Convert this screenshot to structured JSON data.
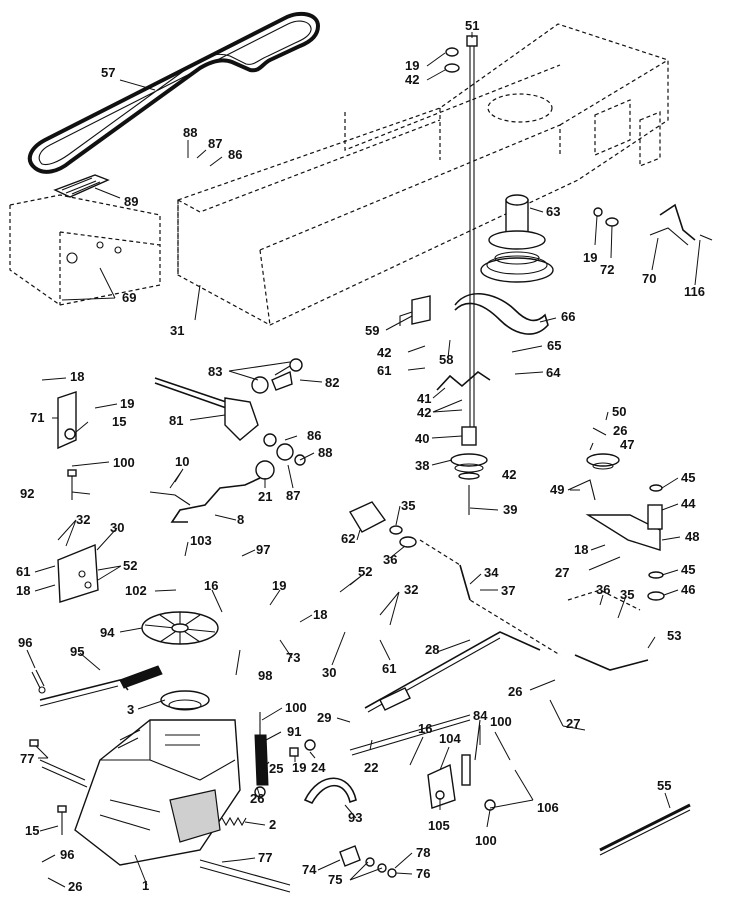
{
  "callouts": [
    {
      "key": "c57a",
      "label": "57"
    },
    {
      "key": "c51",
      "label": "51"
    },
    {
      "key": "c19a",
      "label": "19"
    },
    {
      "key": "c42a",
      "label": "42"
    },
    {
      "key": "c88a",
      "label": "88"
    },
    {
      "key": "c87a",
      "label": "87"
    },
    {
      "key": "c86a",
      "label": "86"
    },
    {
      "key": "c89",
      "label": "89"
    },
    {
      "key": "c63",
      "label": "63"
    },
    {
      "key": "c19b",
      "label": "19"
    },
    {
      "key": "c72",
      "label": "72"
    },
    {
      "key": "c70",
      "label": "70"
    },
    {
      "key": "c116",
      "label": "116"
    },
    {
      "key": "c69",
      "label": "69"
    },
    {
      "key": "c31",
      "label": "31"
    },
    {
      "key": "c59",
      "label": "59"
    },
    {
      "key": "c66",
      "label": "66"
    },
    {
      "key": "c42b",
      "label": "42"
    },
    {
      "key": "c58",
      "label": "58"
    },
    {
      "key": "c65",
      "label": "65"
    },
    {
      "key": "c61a",
      "label": "61"
    },
    {
      "key": "c64",
      "label": "64"
    },
    {
      "key": "c18a",
      "label": "18"
    },
    {
      "key": "c83",
      "label": "83"
    },
    {
      "key": "c82",
      "label": "82"
    },
    {
      "key": "c19c",
      "label": "19"
    },
    {
      "key": "c71",
      "label": "71"
    },
    {
      "key": "c81",
      "label": "81"
    },
    {
      "key": "c15a",
      "label": "15"
    },
    {
      "key": "c41",
      "label": "41"
    },
    {
      "key": "c42c",
      "label": "42"
    },
    {
      "key": "c50",
      "label": "50"
    },
    {
      "key": "c26a",
      "label": "26"
    },
    {
      "key": "c47",
      "label": "47"
    },
    {
      "key": "c86b",
      "label": "86"
    },
    {
      "key": "c40",
      "label": "40"
    },
    {
      "key": "c100a",
      "label": "100"
    },
    {
      "key": "c88b",
      "label": "88"
    },
    {
      "key": "c87b",
      "label": "87"
    },
    {
      "key": "c38",
      "label": "38"
    },
    {
      "key": "c42d",
      "label": "42"
    },
    {
      "key": "c10",
      "label": "10"
    },
    {
      "key": "c21",
      "label": "21"
    },
    {
      "key": "c49",
      "label": "49"
    },
    {
      "key": "c45a",
      "label": "45"
    },
    {
      "key": "c92",
      "label": "92"
    },
    {
      "key": "c44",
      "label": "44"
    },
    {
      "key": "c39",
      "label": "39"
    },
    {
      "key": "c35a",
      "label": "35"
    },
    {
      "key": "c8",
      "label": "8"
    },
    {
      "key": "c62",
      "label": "62"
    },
    {
      "key": "c48",
      "label": "48"
    },
    {
      "key": "c32a",
      "label": "32"
    },
    {
      "key": "c30a",
      "label": "30"
    },
    {
      "key": "c36a",
      "label": "36"
    },
    {
      "key": "c18b",
      "label": "18"
    },
    {
      "key": "c103",
      "label": "103"
    },
    {
      "key": "c97",
      "label": "97"
    },
    {
      "key": "c61b",
      "label": "61"
    },
    {
      "key": "c52a",
      "label": "52"
    },
    {
      "key": "c27a",
      "label": "27"
    },
    {
      "key": "c45b",
      "label": "45"
    },
    {
      "key": "c18c",
      "label": "18"
    },
    {
      "key": "c34",
      "label": "34"
    },
    {
      "key": "c46",
      "label": "46"
    },
    {
      "key": "c102",
      "label": "102"
    },
    {
      "key": "c16a",
      "label": "16"
    },
    {
      "key": "c19d",
      "label": "19"
    },
    {
      "key": "c52b",
      "label": "52"
    },
    {
      "key": "c37",
      "label": "37"
    },
    {
      "key": "c18d",
      "label": "18"
    },
    {
      "key": "c32b",
      "label": "32"
    },
    {
      "key": "c36b",
      "label": "36"
    },
    {
      "key": "c35b",
      "label": "35"
    },
    {
      "key": "c94",
      "label": "94"
    },
    {
      "key": "c96a",
      "label": "96"
    },
    {
      "key": "c73",
      "label": "73"
    },
    {
      "key": "c53",
      "label": "53"
    },
    {
      "key": "c30b",
      "label": "30"
    },
    {
      "key": "c61c",
      "label": "61"
    },
    {
      "key": "c28",
      "label": "28"
    },
    {
      "key": "c95",
      "label": "95"
    },
    {
      "key": "c98",
      "label": "98"
    },
    {
      "key": "c26b",
      "label": "26"
    },
    {
      "key": "c3",
      "label": "3"
    },
    {
      "key": "c100b",
      "label": "100"
    },
    {
      "key": "c29",
      "label": "29"
    },
    {
      "key": "c27b",
      "label": "27"
    },
    {
      "key": "c91",
      "label": "91"
    },
    {
      "key": "c84",
      "label": "84"
    },
    {
      "key": "c100c",
      "label": "100"
    },
    {
      "key": "c16b",
      "label": "16"
    },
    {
      "key": "c104",
      "label": "104"
    },
    {
      "key": "c77a",
      "label": "77"
    },
    {
      "key": "c25",
      "label": "25"
    },
    {
      "key": "c19e",
      "label": "19"
    },
    {
      "key": "c24",
      "label": "24"
    },
    {
      "key": "c22",
      "label": "22"
    },
    {
      "key": "c55",
      "label": "55"
    },
    {
      "key": "c26c",
      "label": "26"
    },
    {
      "key": "c106",
      "label": "106"
    },
    {
      "key": "c105",
      "label": "105"
    },
    {
      "key": "c15b",
      "label": "15"
    },
    {
      "key": "c2",
      "label": "2"
    },
    {
      "key": "c93",
      "label": "93"
    },
    {
      "key": "c100d",
      "label": "100"
    },
    {
      "key": "c96b",
      "label": "96"
    },
    {
      "key": "c77b",
      "label": "77"
    },
    {
      "key": "c78",
      "label": "78"
    },
    {
      "key": "c74",
      "label": "74"
    },
    {
      "key": "c75",
      "label": "75"
    },
    {
      "key": "c76",
      "label": "76"
    },
    {
      "key": "c26d",
      "label": "26"
    },
    {
      "key": "c1",
      "label": "1"
    }
  ]
}
